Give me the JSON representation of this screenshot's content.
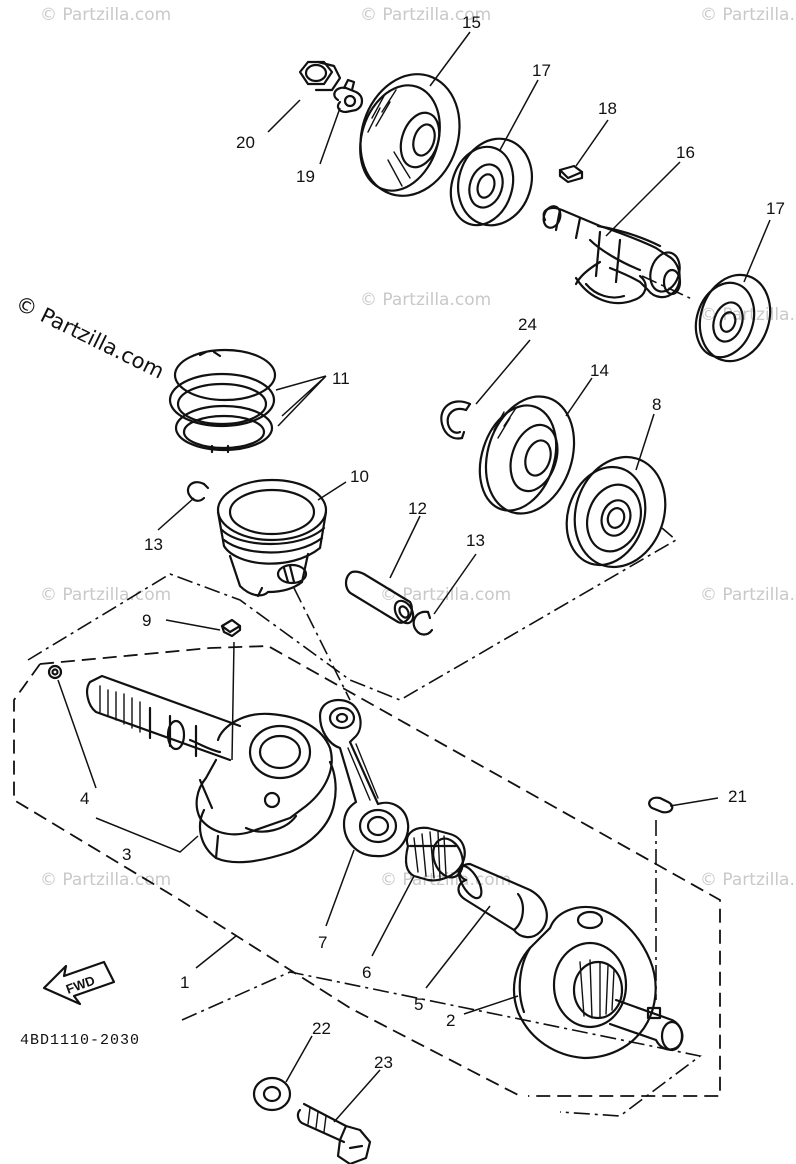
{
  "diagram_code": "4BD1110-2030",
  "fwd_label": "FWD",
  "watermarks": [
    "© Partzilla.com",
    "© Partzilla.com",
    "© Partzilla.com",
    "© Partzilla.com",
    "© Partzilla.com",
    "© Partzilla.com",
    "© Partzilla.com",
    "© Partzilla.com",
    "© Partzilla.com",
    "© Partzilla.com",
    "© Partzilla.com",
    "© Partzilla.com"
  ],
  "callouts": {
    "c1": "1",
    "c2": "2",
    "c3": "3",
    "c4": "4",
    "c5": "5",
    "c6": "6",
    "c7": "7",
    "c8": "8",
    "c9": "9",
    "c10": "10",
    "c11": "11",
    "c12": "12",
    "c13a": "13",
    "c13b": "13",
    "c14": "14",
    "c15": "15",
    "c16": "16",
    "c17a": "17",
    "c17b": "17",
    "c18": "18",
    "c19": "19",
    "c20": "20",
    "c21": "21",
    "c22": "22",
    "c23": "23",
    "c24": "24"
  }
}
